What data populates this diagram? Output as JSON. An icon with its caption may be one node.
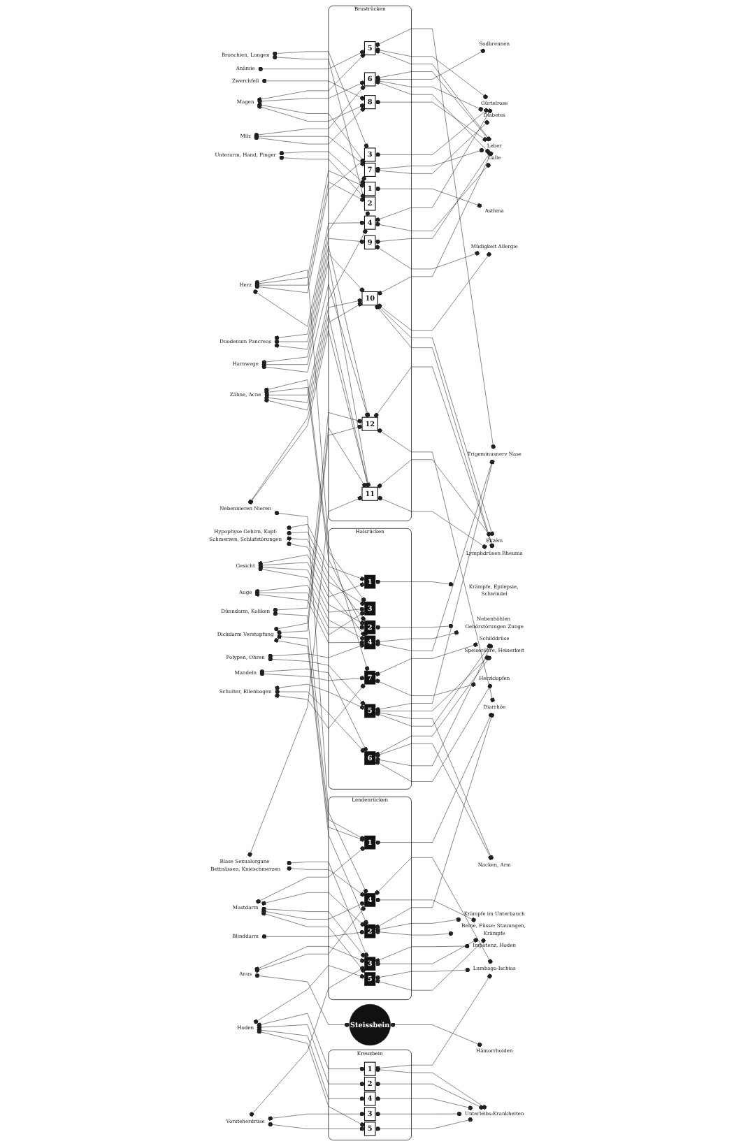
{
  "diagram": {
    "nodes": [
      {
        "text": [
          "Hypophyse Gehirn, Kopf-Schmerzen, Schlafstörungen"
        ]
      },
      {
        "text": [
          "Auge"
        ]
      },
      {
        "text": [
          "Gesicht"
        ]
      },
      {
        "text": [
          "Zähne, Acne"
        ]
      },
      {
        "text": [
          "Polypen, Ohren"
        ]
      },
      {
        "text": [
          "Mandeln"
        ]
      },
      {
        "text": [
          "Schulter, Ellenbogen"
        ]
      },
      {
        "text": [
          "Unterarm, Hand, Finger"
        ]
      },
      {
        "text": [
          "Herz"
        ]
      },
      {
        "text": [
          "Bronchien, Lungen"
        ]
      },
      {
        "text": [
          "Milz"
        ]
      },
      {
        "text": [
          "Anämie"
        ]
      },
      {
        "text": [
          "Magen"
        ]
      },
      {
        "text": [
          "Duodenum Pancreas"
        ]
      },
      {
        "text": [
          "Zwerchfell"
        ]
      },
      {
        "text": [
          "Nebennieren Nieren"
        ]
      },
      {
        "text": [
          "Harnwege"
        ]
      },
      {
        "text": [
          "Dünndarm, Koliken"
        ]
      },
      {
        "text": [
          "Dickdarm Verstopfung"
        ]
      },
      {
        "text": [
          "Blinddarm"
        ]
      },
      {
        "text": [
          "Blase Sexualorgane Bettnässen, Knieschmerzen"
        ]
      },
      {
        "text": [
          "Mastdarm"
        ]
      },
      {
        "text": [
          "Anus"
        ]
      },
      {
        "text": [
          "Hoden"
        ]
      },
      {
        "text": [
          "Vorsteherdrüse"
        ]
      },
      {
        "text": [
          "Halsrücken"
        ]
      },
      {
        "text": [
          "1"
        ],
        "in": 25
      },
      {
        "text": [
          "2"
        ],
        "in": 25
      },
      {
        "text": [
          "3"
        ],
        "in": 25
      },
      {
        "text": [
          "4"
        ],
        "in": 25
      },
      {
        "text": [
          "5"
        ],
        "in": 25
      },
      {
        "text": [
          "6"
        ],
        "in": 25
      },
      {
        "text": [
          "7"
        ],
        "in": 25
      },
      {
        "text": [
          "Brustrücken"
        ]
      },
      {
        "text": [
          "1"
        ],
        "in": 33
      },
      {
        "text": [
          "2"
        ],
        "in": 33
      },
      {
        "text": [
          "3"
        ],
        "in": 33
      },
      {
        "text": [
          "4"
        ],
        "in": 33
      },
      {
        "text": [
          "5"
        ],
        "in": 33
      },
      {
        "text": [
          "6"
        ],
        "in": 33
      },
      {
        "text": [
          "7"
        ],
        "in": 33
      },
      {
        "text": [
          "8"
        ],
        "in": 33
      },
      {
        "text": [
          "9"
        ],
        "in": 33
      },
      {
        "text": [
          "10"
        ],
        "in": 33
      },
      {
        "text": [
          "11"
        ],
        "in": 33
      },
      {
        "text": [
          "12"
        ],
        "in": 33
      },
      {
        "text": [
          "Lendenrücken"
        ]
      },
      {
        "text": [
          "1"
        ],
        "in": 46
      },
      {
        "text": [
          "2"
        ],
        "in": 46
      },
      {
        "text": [
          "3"
        ],
        "in": 46
      },
      {
        "text": [
          "4"
        ],
        "in": 46
      },
      {
        "text": [
          "5"
        ],
        "in": 46
      },
      {
        "text": [
          "Kreuzbein"
        ]
      },
      {
        "text": [
          "1"
        ],
        "in": 52
      },
      {
        "text": [
          "2"
        ],
        "in": 52
      },
      {
        "text": [
          "3"
        ],
        "in": 52
      },
      {
        "text": [
          "4"
        ],
        "in": 52
      },
      {
        "text": [
          "5"
        ],
        "in": 52
      },
      {
        "text": [
          "Steissbein"
        ]
      },
      {
        "text": [
          "Krämpfe, Epilepsie, Schwindel"
        ]
      },
      {
        "text": [
          "Nebenhöhlen Gehörstörungen Zunge"
        ]
      },
      {
        "text": [
          "Trigeminusnerv Nase"
        ]
      },
      {
        "text": [
          "Speiseröhre, Heiserkeit"
        ]
      },
      {
        "text": [
          "Nacken, Arm"
        ]
      },
      {
        "text": [
          "Schilddrüse"
        ]
      },
      {
        "text": [
          "Asthma"
        ]
      },
      {
        "text": [
          "Herzklopfen"
        ]
      },
      {
        "text": [
          "Gürtelrose"
        ]
      },
      {
        "text": [
          "Leber"
        ]
      },
      {
        "text": [
          "Sodbrennen"
        ]
      },
      {
        "text": [
          "Diabetes"
        ]
      },
      {
        "text": [
          "Galle"
        ]
      },
      {
        "text": [
          "Müdigkeit Allergie"
        ]
      },
      {
        "text": [
          "Ekzém"
        ]
      },
      {
        "text": [
          "Lymphdrüsen Rheuma"
        ]
      },
      {
        "text": [
          "Diarrhöe"
        ]
      },
      {
        "text": [
          "Krämpfe im Unterbauch"
        ]
      },
      {
        "text": [
          "Impotenz, Hoden"
        ]
      },
      {
        "text": [
          "Lumbago-Ischias"
        ]
      },
      {
        "text": [
          "Beine, Füsse: Stauungen, Krämpfe"
        ]
      },
      {
        "text": [
          "Unterleibs-Krankheiten"
        ]
      },
      {
        "text": [
          "Hämorrhoiden"
        ]
      }
    ],
    "edges": [
      {
        "from": 0,
        "to": 26,
        "arrow": "other"
      },
      {
        "from": 0,
        "to": 27,
        "arrow": "other"
      },
      {
        "from": 0,
        "to": 28,
        "arrow": "other"
      },
      {
        "from": 0,
        "to": 29,
        "arrow": "other"
      },
      {
        "from": 1,
        "to": 27,
        "arrow": "other"
      },
      {
        "from": 1,
        "to": 28,
        "arrow": "other"
      },
      {
        "from": 1,
        "to": 29,
        "arrow": "other"
      },
      {
        "from": 2,
        "to": 26,
        "arrow": "other"
      },
      {
        "from": 2,
        "to": 27,
        "arrow": "other"
      },
      {
        "from": 2,
        "to": 28,
        "arrow": "other"
      },
      {
        "from": 2,
        "to": 29,
        "arrow": "other"
      },
      {
        "from": 3,
        "to": 28,
        "arrow": "other"
      },
      {
        "from": 3,
        "to": 29,
        "arrow": "other"
      },
      {
        "from": 3,
        "to": 37,
        "arrow": "other"
      },
      {
        "from": 3,
        "to": 43,
        "arrow": "other"
      },
      {
        "from": 3,
        "to": 44,
        "arrow": "other"
      },
      {
        "from": 4,
        "to": 29,
        "arrow": "other"
      },
      {
        "from": 4,
        "to": 30,
        "arrow": "other"
      },
      {
        "from": 5,
        "to": 31,
        "arrow": "other"
      },
      {
        "from": 5,
        "to": 32,
        "arrow": "other"
      },
      {
        "from": 6,
        "to": 30,
        "arrow": "other"
      },
      {
        "from": 6,
        "to": 31,
        "arrow": "other"
      },
      {
        "from": 6,
        "to": 32,
        "arrow": "other"
      },
      {
        "from": 7,
        "to": 34,
        "arrow": "other"
      },
      {
        "from": 7,
        "to": 35,
        "arrow": "other"
      },
      {
        "from": 8,
        "to": 32,
        "arrow": "other"
      },
      {
        "from": 8,
        "to": 34,
        "arrow": "other"
      },
      {
        "from": 8,
        "to": 35,
        "arrow": "other"
      },
      {
        "from": 8,
        "to": 36,
        "arrow": "other"
      },
      {
        "from": 8,
        "to": 37,
        "arrow": "other"
      },
      {
        "from": 9,
        "to": 36,
        "arrow": "other"
      },
      {
        "from": 9,
        "to": 37,
        "arrow": "other"
      },
      {
        "from": 10,
        "to": 39,
        "arrow": "other"
      },
      {
        "from": 10,
        "to": 40,
        "arrow": "other"
      },
      {
        "from": 10,
        "to": 41,
        "arrow": "other"
      },
      {
        "from": 11,
        "to": 38,
        "arrow": "other"
      },
      {
        "from": 12,
        "to": 38,
        "arrow": "other"
      },
      {
        "from": 12,
        "to": 39,
        "arrow": "other"
      },
      {
        "from": 12,
        "to": 40,
        "arrow": "other"
      },
      {
        "from": 12,
        "to": 41,
        "arrow": "other"
      },
      {
        "from": 13,
        "to": 40,
        "arrow": "other"
      },
      {
        "from": 13,
        "to": 42,
        "arrow": "other"
      },
      {
        "from": 13,
        "to": 45,
        "arrow": "other"
      },
      {
        "from": 14,
        "to": 41,
        "arrow": "other"
      },
      {
        "from": 15,
        "to": 43,
        "arrow": "other"
      },
      {
        "from": 15,
        "to": 44,
        "arrow": "other"
      },
      {
        "from": 15,
        "to": 50,
        "arrow": "other"
      },
      {
        "from": 16,
        "to": 43,
        "arrow": "other"
      },
      {
        "from": 16,
        "to": 44,
        "arrow": "other"
      },
      {
        "from": 16,
        "to": 45,
        "arrow": "other"
      },
      {
        "from": 17,
        "to": 45,
        "arrow": "other"
      },
      {
        "from": 17,
        "to": 47,
        "arrow": "other"
      },
      {
        "from": 18,
        "to": 44,
        "arrow": "other"
      },
      {
        "from": 18,
        "to": 45,
        "arrow": "other"
      },
      {
        "from": 18,
        "to": 47,
        "arrow": "other"
      },
      {
        "from": 18,
        "to": 48,
        "arrow": "other"
      },
      {
        "from": 19,
        "to": 48,
        "arrow": "other"
      },
      {
        "from": 20,
        "to": 44,
        "arrow": "other"
      },
      {
        "from": 20,
        "to": 49,
        "arrow": "other"
      },
      {
        "from": 20,
        "to": 50,
        "arrow": "other"
      },
      {
        "from": 21,
        "to": 47,
        "arrow": "other"
      },
      {
        "from": 21,
        "to": 48,
        "arrow": "other"
      },
      {
        "from": 21,
        "to": 49,
        "arrow": "other"
      },
      {
        "from": 21,
        "to": 50,
        "arrow": "other"
      },
      {
        "from": 21,
        "to": 51,
        "arrow": "other"
      },
      {
        "from": 22,
        "to": 49,
        "arrow": "other"
      },
      {
        "from": 22,
        "to": 50,
        "arrow": "other"
      },
      {
        "from": 22,
        "to": 58,
        "arrow": "other"
      },
      {
        "from": 23,
        "to": 51,
        "arrow": "other"
      },
      {
        "from": 23,
        "to": 53,
        "arrow": "other"
      },
      {
        "from": 23,
        "to": 54,
        "arrow": "other"
      },
      {
        "from": 23,
        "to": 56,
        "arrow": "other"
      },
      {
        "from": 23,
        "to": 57,
        "arrow": "other"
      },
      {
        "from": 24,
        "to": 49,
        "arrow": "other"
      },
      {
        "from": 24,
        "to": 55,
        "arrow": "other"
      },
      {
        "from": 24,
        "to": 57,
        "arrow": "other"
      },
      {
        "from": 26,
        "to": 59,
        "arrow": "other"
      },
      {
        "from": 27,
        "to": 60,
        "arrow": "other"
      },
      {
        "from": 29,
        "to": 60,
        "arrow": "other"
      },
      {
        "from": 29,
        "to": 61,
        "arrow": "other"
      },
      {
        "from": 30,
        "to": 61,
        "arrow": "other"
      },
      {
        "from": 30,
        "to": 62,
        "arrow": "other"
      },
      {
        "from": 30,
        "to": 63,
        "arrow": "other"
      },
      {
        "from": 30,
        "to": 64,
        "arrow": "other"
      },
      {
        "from": 31,
        "to": 62,
        "arrow": "other"
      },
      {
        "from": 31,
        "to": 63,
        "arrow": "other"
      },
      {
        "from": 31,
        "to": 64,
        "arrow": "other"
      },
      {
        "from": 31,
        "to": 66,
        "arrow": "other"
      },
      {
        "from": 32,
        "to": 64,
        "arrow": "other"
      },
      {
        "from": 32,
        "to": 66,
        "arrow": "other"
      },
      {
        "from": 34,
        "to": 65,
        "arrow": "other"
      },
      {
        "from": 36,
        "to": 67,
        "arrow": "other"
      },
      {
        "from": 37,
        "to": 67,
        "arrow": "other"
      },
      {
        "from": 37,
        "to": 71,
        "arrow": "other"
      },
      {
        "from": 38,
        "to": 61,
        "arrow": "other"
      },
      {
        "from": 38,
        "to": 67,
        "arrow": "other"
      },
      {
        "from": 38,
        "to": 68,
        "arrow": "other"
      },
      {
        "from": 39,
        "to": 68,
        "arrow": "other"
      },
      {
        "from": 39,
        "to": 69,
        "arrow": "other"
      },
      {
        "from": 39,
        "to": 70,
        "arrow": "other"
      },
      {
        "from": 39,
        "to": 71,
        "arrow": "other"
      },
      {
        "from": 40,
        "to": 68,
        "arrow": "other"
      },
      {
        "from": 40,
        "to": 70,
        "arrow": "other"
      },
      {
        "from": 41,
        "to": 68,
        "arrow": "other"
      },
      {
        "from": 42,
        "to": 68,
        "arrow": "other"
      },
      {
        "from": 42,
        "to": 72,
        "arrow": "other"
      },
      {
        "from": 43,
        "to": 68,
        "arrow": "other"
      },
      {
        "from": 43,
        "to": 72,
        "arrow": "other"
      },
      {
        "from": 43,
        "to": 73,
        "arrow": "other"
      },
      {
        "from": 43,
        "to": 74,
        "arrow": "other"
      },
      {
        "from": 44,
        "to": 73,
        "arrow": "other"
      },
      {
        "from": 44,
        "to": 74,
        "arrow": "other"
      },
      {
        "from": 45,
        "to": 74,
        "arrow": "other"
      },
      {
        "from": 45,
        "to": 75,
        "arrow": "other"
      },
      {
        "from": 47,
        "to": 75,
        "arrow": "other"
      },
      {
        "from": 48,
        "to": 75,
        "arrow": "other"
      },
      {
        "from": 48,
        "to": 76,
        "arrow": "other"
      },
      {
        "from": 48,
        "to": 79,
        "arrow": "other"
      },
      {
        "from": 49,
        "to": 77,
        "arrow": "other"
      },
      {
        "from": 49,
        "to": 79,
        "arrow": "other"
      },
      {
        "from": 50,
        "to": 78,
        "arrow": "other"
      },
      {
        "from": 50,
        "to": 79,
        "arrow": "other"
      },
      {
        "from": 51,
        "to": 78,
        "arrow": "other"
      },
      {
        "from": 51,
        "to": 79,
        "arrow": "other"
      },
      {
        "from": 53,
        "to": 78,
        "arrow": "other"
      },
      {
        "from": 53,
        "to": 80,
        "arrow": "other"
      },
      {
        "from": 54,
        "to": 80,
        "arrow": "other"
      },
      {
        "from": 55,
        "to": 80,
        "arrow": "other"
      },
      {
        "from": 56,
        "to": 80,
        "arrow": "other"
      },
      {
        "from": 57,
        "to": 80,
        "arrow": "other"
      },
      {
        "from": 58,
        "to": 81,
        "arrow": "other"
      }
    ]
  }
}
